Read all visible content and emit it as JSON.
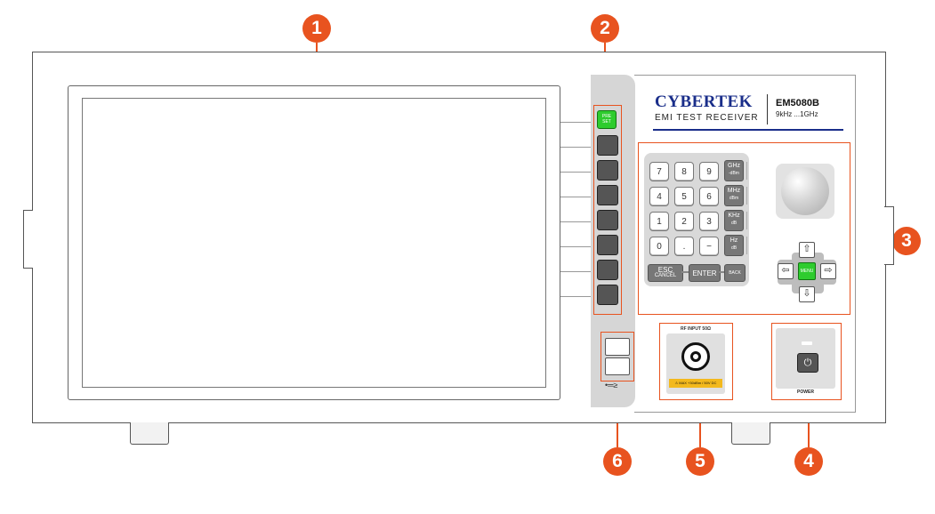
{
  "callouts": [
    "1",
    "2",
    "3",
    "4",
    "5",
    "6"
  ],
  "brand": {
    "name": "CYBERTEK",
    "subtitle": "EMI TEST RECEIVER",
    "model": "EM5080B",
    "range": "9kHz ...1GHz"
  },
  "softkeys": {
    "preset": "PRE SET"
  },
  "keypad": {
    "digits": [
      "7",
      "8",
      "9",
      "4",
      "5",
      "6",
      "1",
      "2",
      "3",
      "0",
      ".",
      "−"
    ],
    "units": [
      {
        "line1": "GHz",
        "line2": "-dBm"
      },
      {
        "line1": "MHz",
        "line2": "dBm"
      },
      {
        "line1": "KHz",
        "line2": "dB"
      },
      {
        "line1": "Hz",
        "line2": "dB"
      }
    ],
    "esc_line1": "ESC",
    "esc_line2": "CANCEL",
    "enter": "ENTER",
    "back": "BACK"
  },
  "nav": {
    "menu": "MENU",
    "up": "⇧",
    "down": "⇩",
    "left": "⇦",
    "right": "⇨"
  },
  "rf_input": {
    "label": "RF INPUT 50Ω",
    "warning": "⚠ MAX +30dBm / 50V DC"
  },
  "power": {
    "label": "POWER",
    "symbol": "⏻"
  },
  "usb": {
    "symbol": "•═≥"
  },
  "colors": {
    "callout": "#e8531f",
    "preset_key": "#22bb22",
    "brand": "#1a2e8a"
  }
}
